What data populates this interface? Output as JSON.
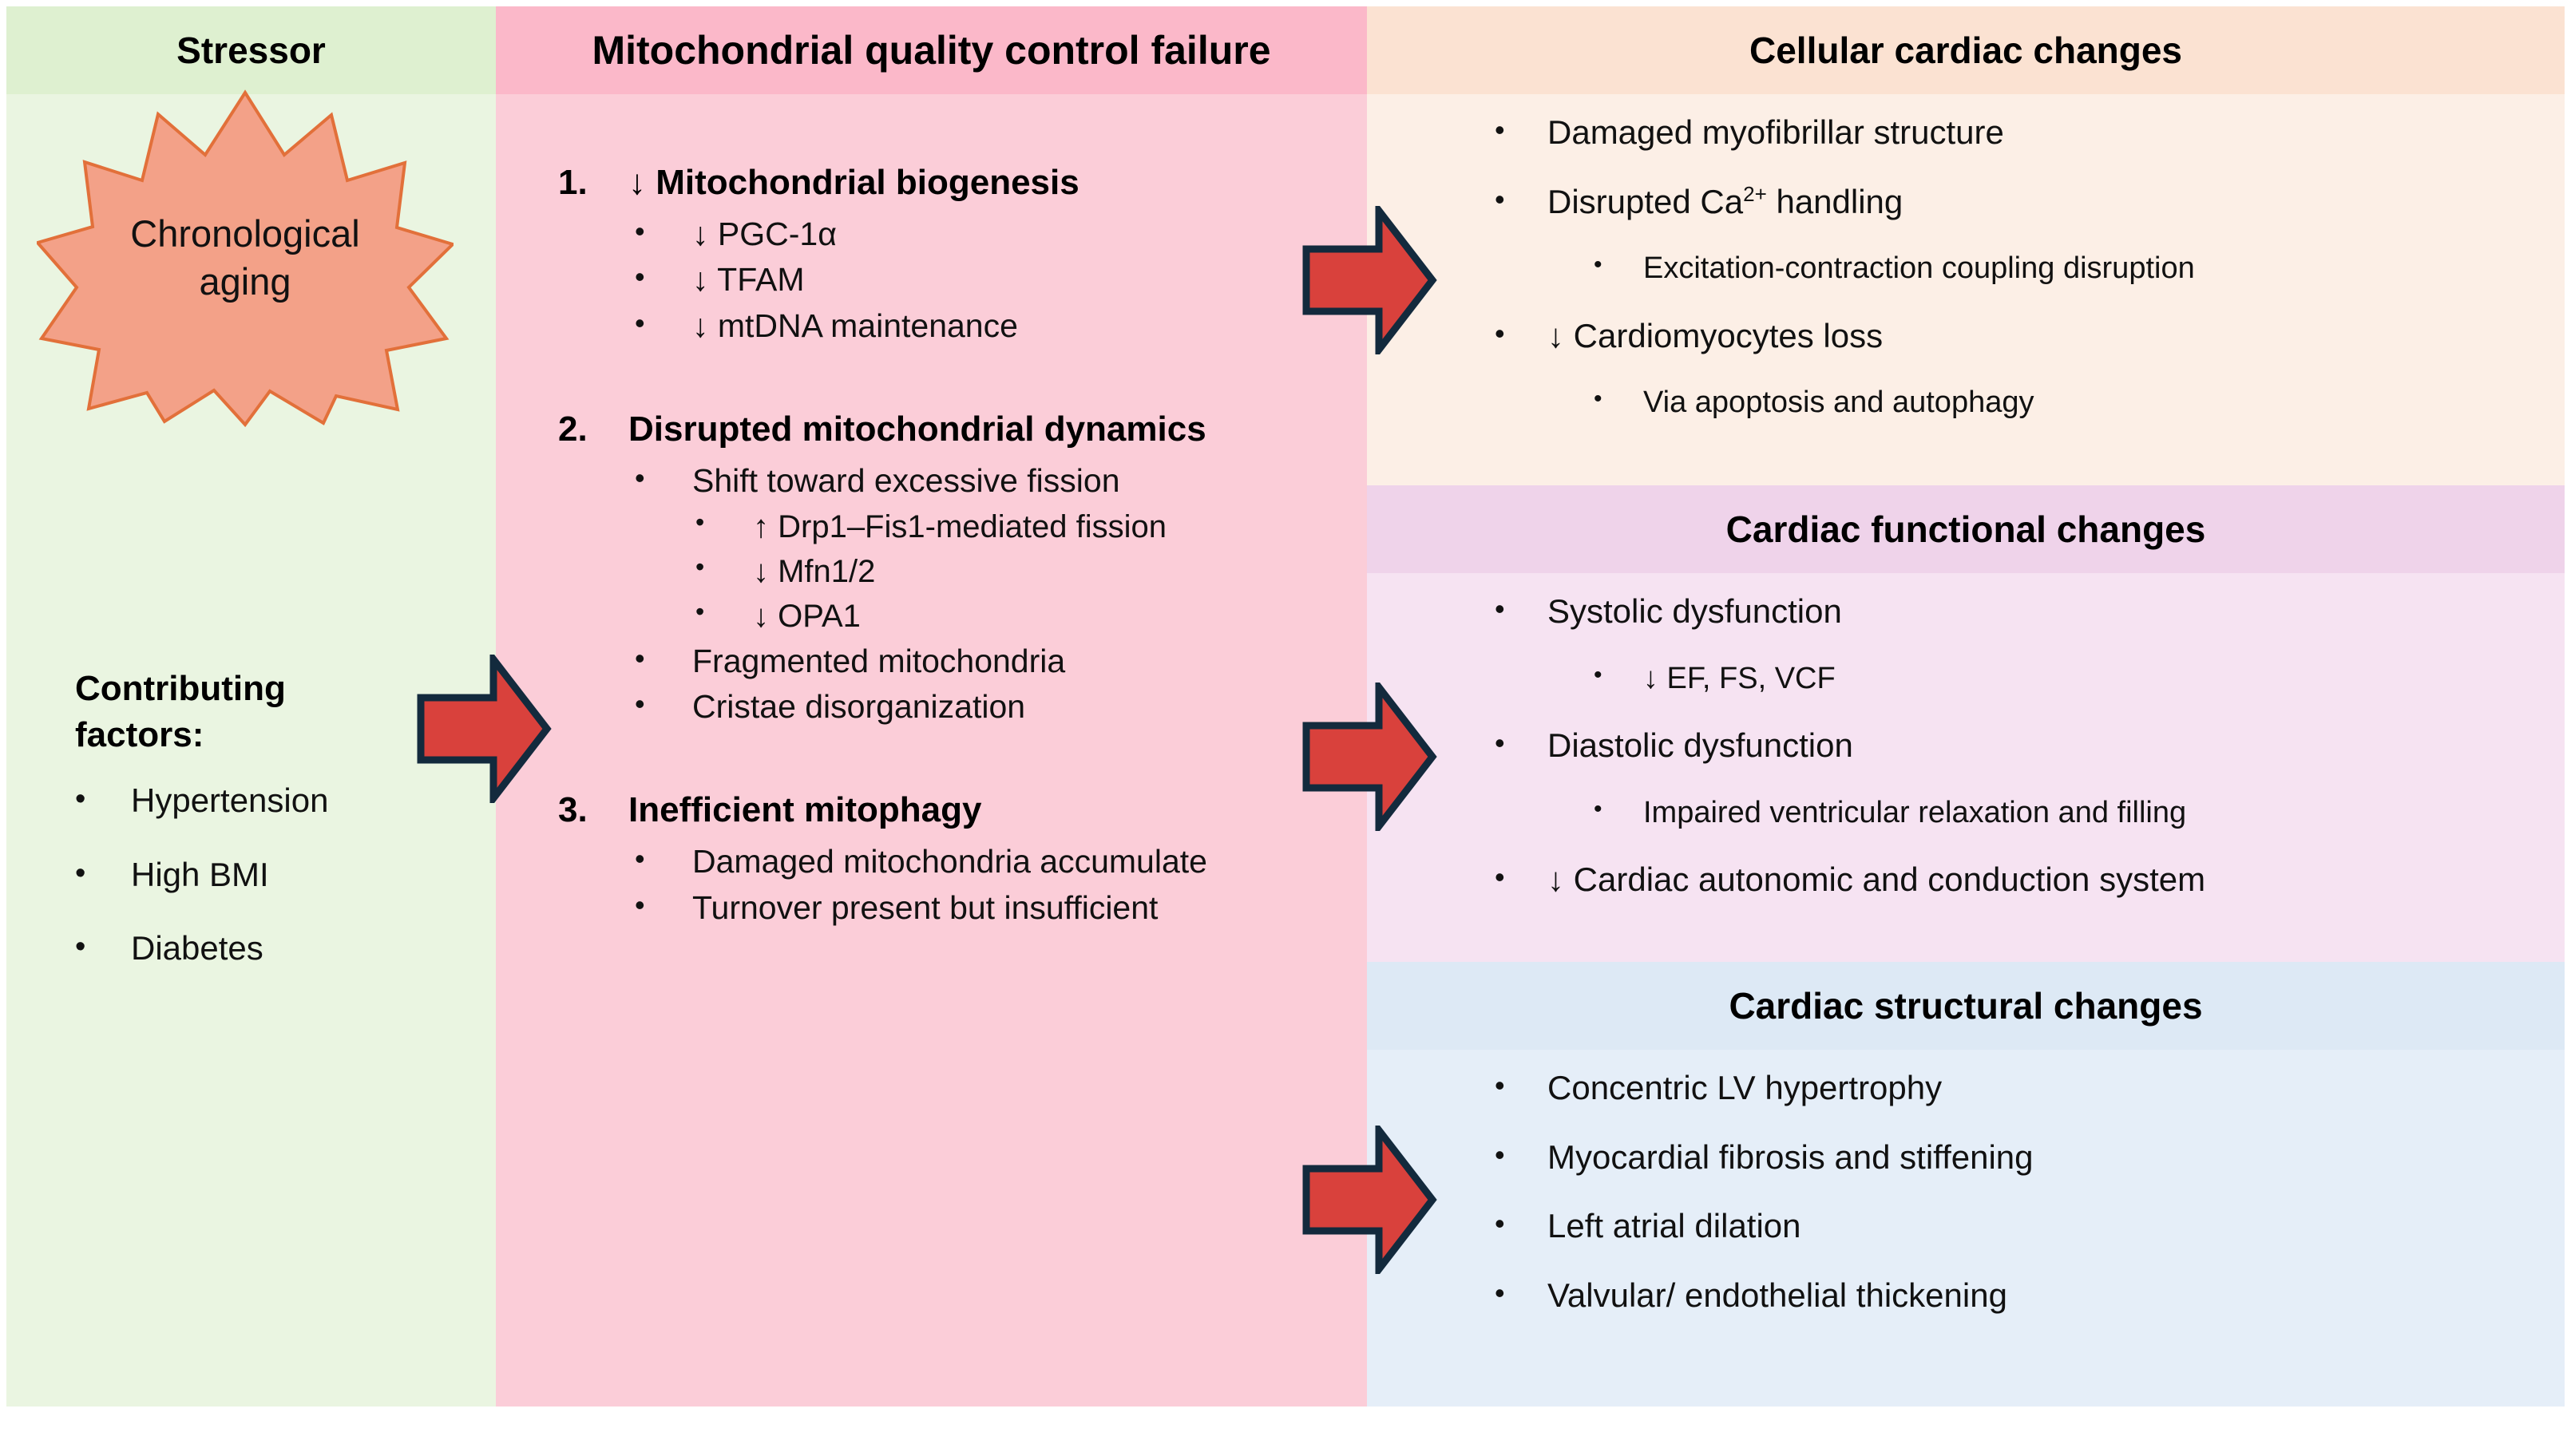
{
  "columns": {
    "stressor": {
      "title": "Stressor",
      "starburst": {
        "line1": "Chronological",
        "line2": "aging",
        "fill": "#f3a188",
        "stroke": "#e2703a"
      },
      "contributing": {
        "title_line1": "Contributing",
        "title_line2": "factors:",
        "items": [
          {
            "bullet": "•",
            "label": "Hypertension"
          },
          {
            "bullet": "•",
            "label": "High BMI"
          },
          {
            "bullet": "•",
            "label": "Diabetes"
          }
        ]
      },
      "background": "#eaf5e1",
      "header_background": "#def0d0"
    },
    "mqc": {
      "title": "Mitochondrial quality control failure",
      "background": "#fbcdd8",
      "header_background": "#fbb8c9",
      "blocks": [
        {
          "number": "1.",
          "heading": "↓ Mitochondrial biogenesis",
          "children": [
            {
              "level": 1,
              "bullet": "•",
              "text": "↓ PGC-1α"
            },
            {
              "level": 1,
              "bullet": "•",
              "text": "↓ TFAM"
            },
            {
              "level": 1,
              "bullet": "•",
              "text": "↓ mtDNA maintenance"
            }
          ]
        },
        {
          "number": "2.",
          "heading": "Disrupted mitochondrial dynamics",
          "children": [
            {
              "level": 1,
              "bullet": "•",
              "text": "Shift toward excessive fission"
            },
            {
              "level": 2,
              "bullet": "•",
              "text": "↑ Drp1–Fis1-mediated fission"
            },
            {
              "level": 2,
              "bullet": "•",
              "text": "↓ Mfn1/2"
            },
            {
              "level": 2,
              "bullet": "•",
              "text": "↓ OPA1"
            },
            {
              "level": 1,
              "bullet": "•",
              "text": "Fragmented mitochondria"
            },
            {
              "level": 1,
              "bullet": "•",
              "text": "Cristae disorganization"
            }
          ]
        },
        {
          "number": "3.",
          "heading": "Inefficient mitophagy",
          "children": [
            {
              "level": 1,
              "bullet": "•",
              "text": "Damaged mitochondria accumulate"
            },
            {
              "level": 1,
              "bullet": "•",
              "text": "Turnover present but insufficient"
            }
          ]
        }
      ]
    },
    "outcomes": {
      "panels": [
        {
          "title": "Cellular cardiac changes",
          "background": "#fcefe6",
          "header_background": "#fbe2d2",
          "items": [
            {
              "level": 1,
              "bullet": "•",
              "text": "Damaged myofibrillar structure"
            },
            {
              "level": 1,
              "bullet": "•",
              "text": "Disrupted Ca2+ handling",
              "html": "Disrupted Ca<sup>2+</sup> handling"
            },
            {
              "level": 2,
              "bullet": "•",
              "text": "Excitation-contraction coupling disruption"
            },
            {
              "level": 1,
              "bullet": "•",
              "text": "↓ Cardiomyocytes loss"
            },
            {
              "level": 2,
              "bullet": "•",
              "text": "Via apoptosis and autophagy"
            }
          ]
        },
        {
          "title": "Cardiac functional changes",
          "background": "#f6e3f2",
          "header_background": "#efd3ea",
          "items": [
            {
              "level": 1,
              "bullet": "•",
              "text": "Systolic dysfunction"
            },
            {
              "level": 2,
              "bullet": "•",
              "text": "↓ EF, FS, VCF"
            },
            {
              "level": 1,
              "bullet": "•",
              "text": "Diastolic dysfunction"
            },
            {
              "level": 2,
              "bullet": "•",
              "text": "Impaired ventricular relaxation and filling"
            },
            {
              "level": 1,
              "bullet": "•",
              "text": "↓ Cardiac autonomic and conduction system"
            }
          ]
        },
        {
          "title": "Cardiac structural changes",
          "background": "#e5eef8",
          "header_background": "#dde9f5",
          "items": [
            {
              "level": 1,
              "bullet": "•",
              "text": "Concentric LV hypertrophy"
            },
            {
              "level": 1,
              "bullet": "•",
              "text": "Myocardial fibrosis and stiffening"
            },
            {
              "level": 1,
              "bullet": "•",
              "text": "Left atrial dilation"
            },
            {
              "level": 1,
              "bullet": "•",
              "text": "Valvular/ endothelial thickening"
            }
          ]
        }
      ]
    }
  },
  "arrows": {
    "fill": "#d9413c",
    "stroke": "#132a3d",
    "names": [
      "stressor-to-mqc",
      "mqc-to-cellular",
      "mqc-to-functional",
      "mqc-to-structural"
    ]
  }
}
